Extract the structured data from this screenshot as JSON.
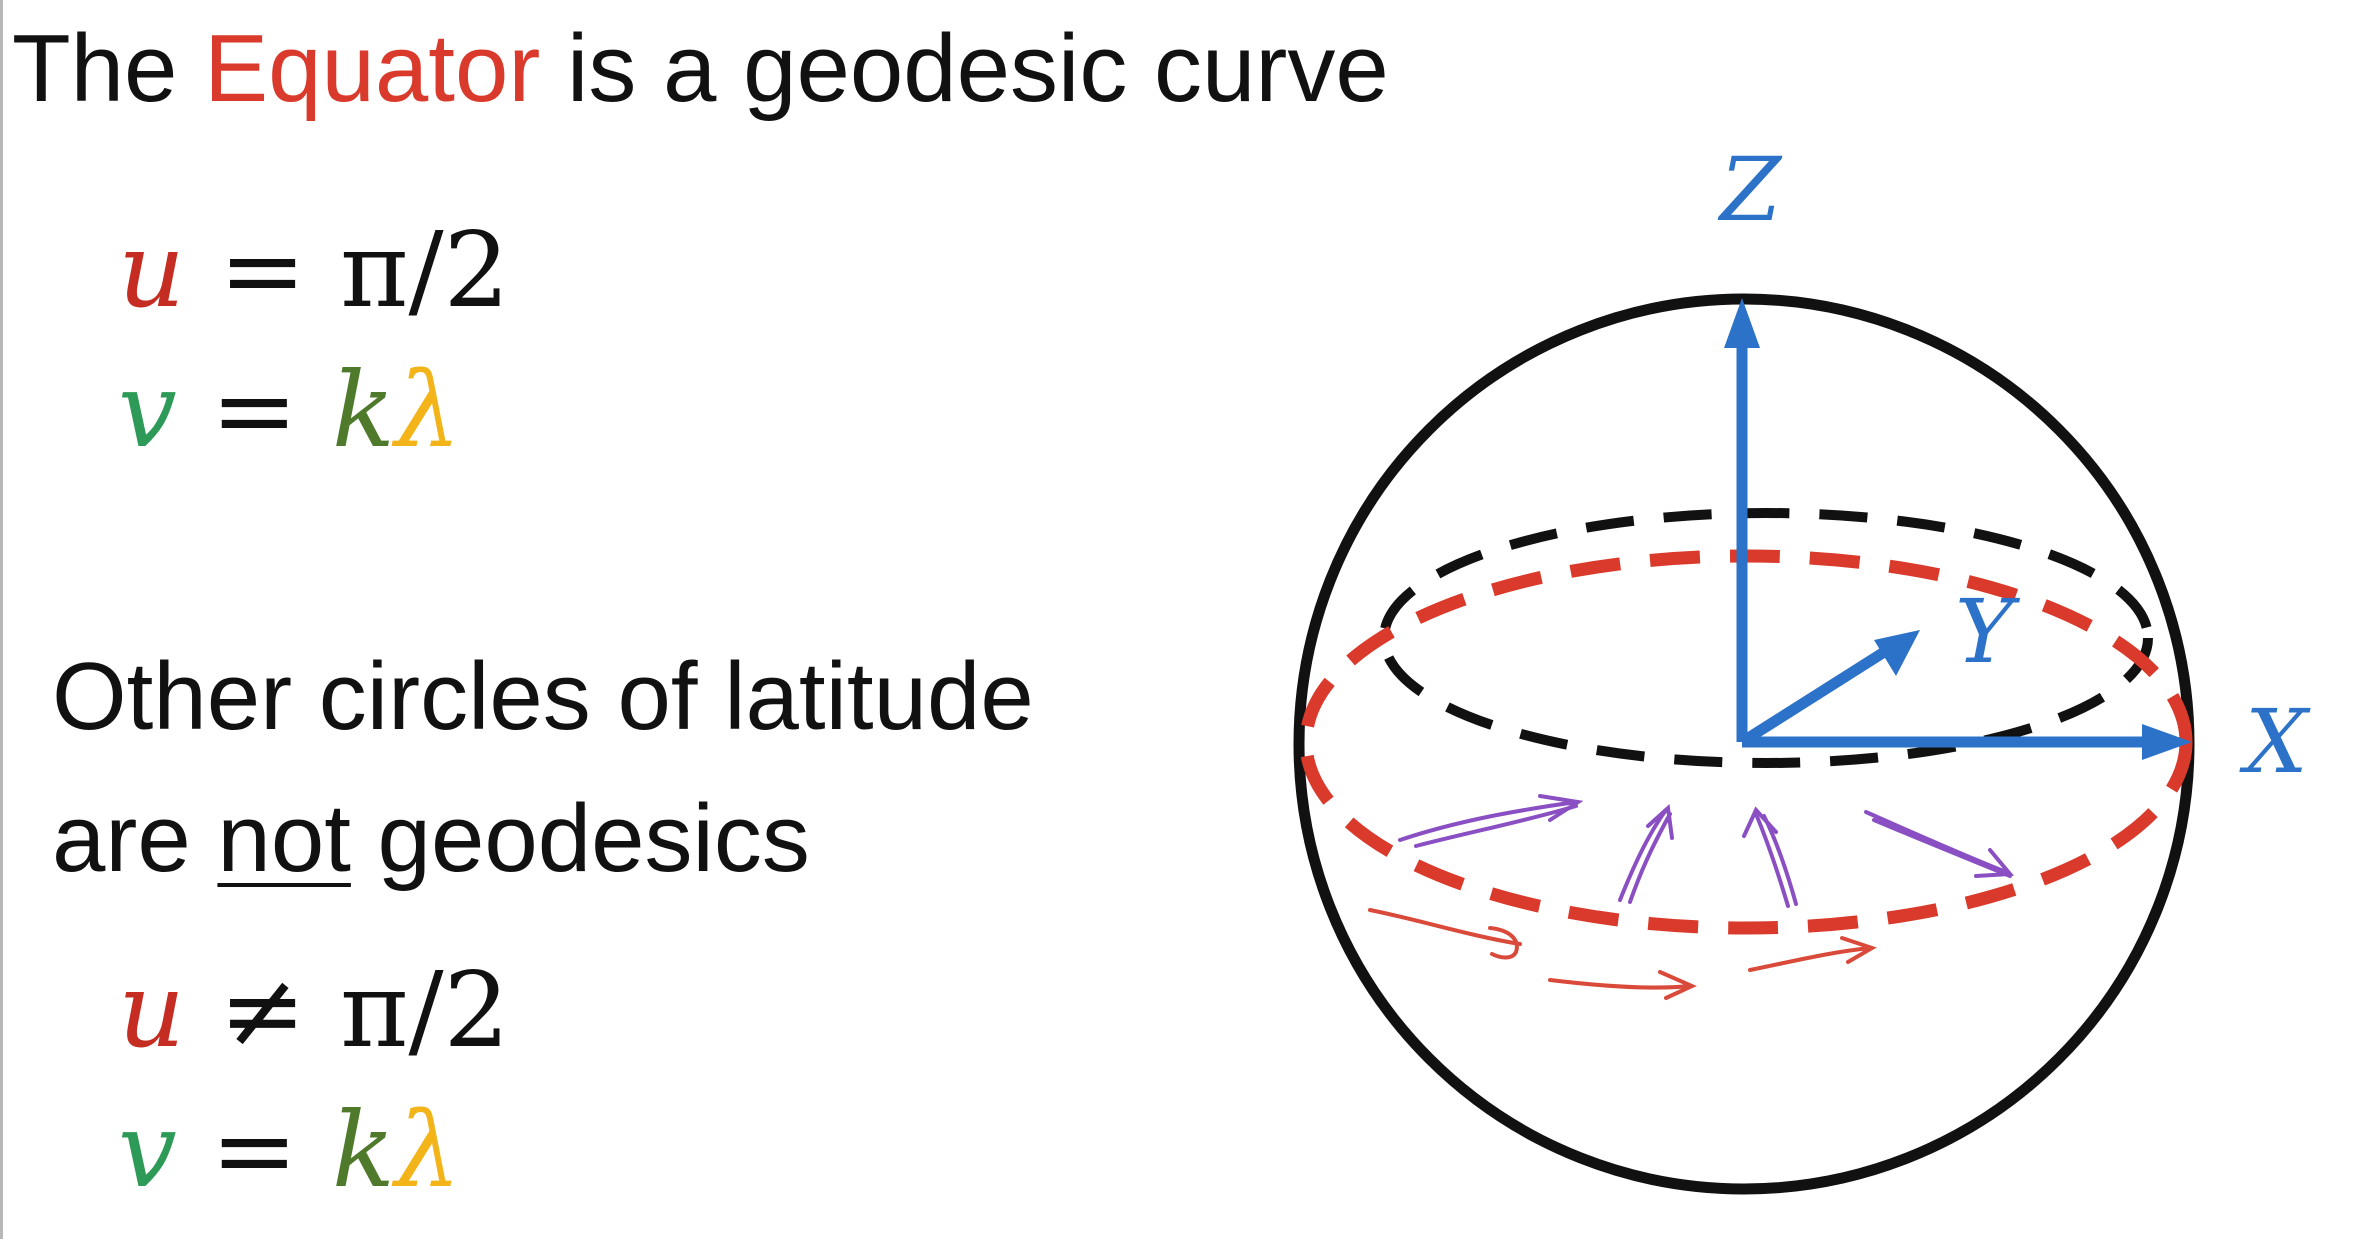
{
  "heading": {
    "prefix": "The ",
    "highlight": "Equator",
    "suffix": " is a geodesic curve"
  },
  "other": {
    "line1": "Other circles of latitude",
    "line2_prefix": "are ",
    "line2_underlined": "not",
    "line2_suffix": " geodesics"
  },
  "eq_equator": {
    "u_var": "u",
    "u_rel": "=",
    "u_val": "π/2",
    "v_var": "v",
    "v_rel": "=",
    "v_k": "k",
    "v_lambda": "λ"
  },
  "eq_other": {
    "u_var": "u",
    "u_rel": "≠",
    "u_val": "π/2",
    "v_var": "v",
    "v_rel": "=",
    "v_k": "k",
    "v_lambda": "λ"
  },
  "axes": {
    "z": "Z",
    "y": "Y",
    "x": "X"
  },
  "colors": {
    "equator_red": "#d93a2b",
    "u_red": "#c62d22",
    "v_green": "#2e9a57",
    "k_olive": "#4f7a2c",
    "lambda_yellow": "#f2b418",
    "axis_blue": "#2b72c8",
    "purple_arrows": "#8a4fc2",
    "sketch_red": "#d94a3a",
    "black": "#111111"
  }
}
